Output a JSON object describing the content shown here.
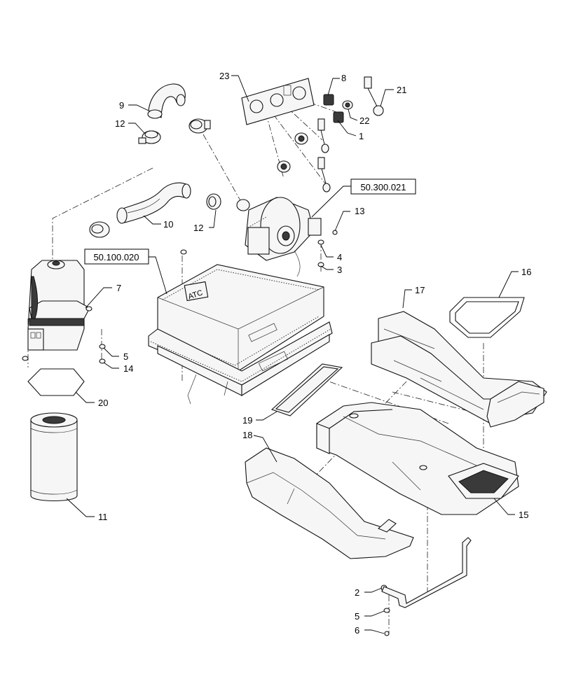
{
  "reference_boxes": {
    "ref_300": "50.300.021",
    "ref_100": "50.100.020"
  },
  "callouts": {
    "c1": "1",
    "c2": "2",
    "c3": "3",
    "c4": "4",
    "c5a": "5",
    "c5b": "5",
    "c6": "6",
    "c7": "7",
    "c8": "8",
    "c9": "9",
    "c10": "10",
    "c11": "11",
    "c12a": "12",
    "c12b": "12",
    "c13": "13",
    "c14": "14",
    "c15": "15",
    "c16": "16",
    "c17": "17",
    "c18": "18",
    "c19": "19",
    "c20": "20",
    "c21": "21",
    "c22": "22",
    "c23": "23"
  },
  "unit_label": "ATC"
}
